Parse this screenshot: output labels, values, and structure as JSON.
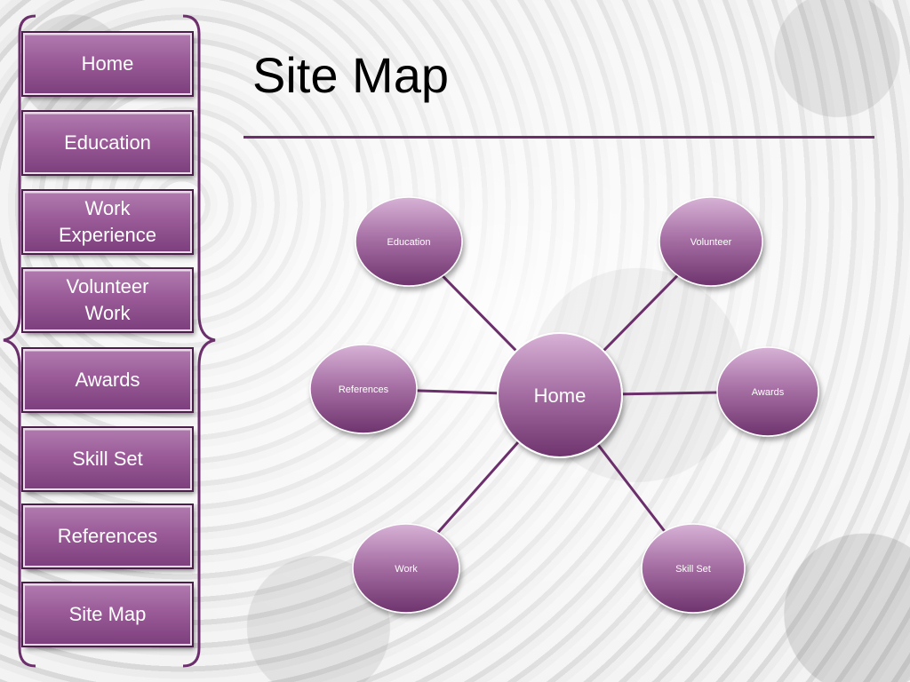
{
  "page": {
    "title": "Site Map"
  },
  "nav": {
    "items": [
      {
        "id": "home",
        "label": "Home"
      },
      {
        "id": "education",
        "label": "Education"
      },
      {
        "id": "work-experience",
        "label": "Work Experience"
      },
      {
        "id": "volunteer-work",
        "label": "Volunteer Work"
      },
      {
        "id": "awards",
        "label": "Awards"
      },
      {
        "id": "skill-set",
        "label": "Skill Set"
      },
      {
        "id": "references",
        "label": "References"
      },
      {
        "id": "site-map",
        "label": "Site Map"
      }
    ]
  },
  "sitemap": {
    "center": {
      "label": "Home"
    },
    "nodes": [
      {
        "id": "education",
        "label": "Education"
      },
      {
        "id": "volunteer",
        "label": "Volunteer"
      },
      {
        "id": "references",
        "label": "References"
      },
      {
        "id": "awards",
        "label": "Awards"
      },
      {
        "id": "work",
        "label": "Work"
      },
      {
        "id": "skill-set",
        "label": "Skill Set"
      }
    ]
  },
  "colors": {
    "accent": "#8a4a88",
    "accent_dark": "#5e2a5e",
    "line": "#6b2f6b"
  }
}
